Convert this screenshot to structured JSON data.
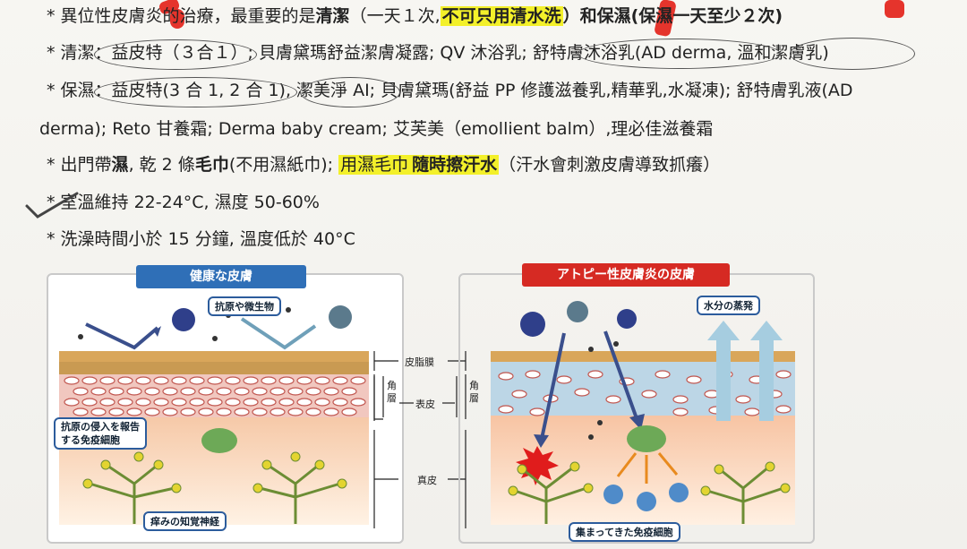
{
  "text": {
    "line1": {
      "a": "* 異位性皮膚炎的治療，最重要的是",
      "b": "清潔",
      "c": "（一天１次,",
      "d": "不可只用清水洗",
      "e": "）和",
      "f": "保濕(保濕一天至少２次)"
    },
    "line2": {
      "a": "* 清潔：益皮特（３合１）; 貝膚黛瑪舒益潔膚凝露; QV 沐浴乳; 舒特膚沐浴乳(AD derma, 溫和潔膚乳)"
    },
    "line3": {
      "a": "* 保濕：益皮特(3 合 1, 2 合 1), 潔美淨 AI; 貝膚黛瑪(舒益 PP 修護滋養乳,精華乳,水凝凍); 舒特膚乳液(AD"
    },
    "line4": {
      "a": "derma); Reto 甘養霜; Derma baby cream; 艾芙美（emollient balm）,理必佳滋養霜"
    },
    "line5": {
      "a": "* 出門帶",
      "b": "濕",
      "c": ", 乾 2 條",
      "d": "毛巾",
      "e": "(不用濕紙巾);",
      "f": "用濕毛巾",
      "g": "隨時擦汗水",
      "h": "（汗水會刺激皮膚導致抓癢）"
    },
    "line6": {
      "a": "* 室溫維持 22-24°C, 濕度 50-60%"
    },
    "line7": {
      "a": "* 洗澡時間小於 15 分鐘, 溫度低於 40°C"
    }
  },
  "diagram": {
    "left_title": "健康な皮膚",
    "right_title": "アトピー性皮膚炎の皮膚",
    "antigen_label": "抗原や微生物",
    "water_label": "水分の蒸発",
    "immune_report_line1": "抗原の侵入を報告",
    "immune_report_line2": "する免疫細胞",
    "nerve_label": "痒みの知覚神経",
    "gathered_label": "集まってきた免疫細胞",
    "sebum": "皮脂膜",
    "stratum_1": "角",
    "stratum_2": "層",
    "epidermis": "表皮",
    "dermis": "真皮"
  },
  "colors": {
    "highlight": "#f3f02a",
    "left_title_bg": "#2f6fb7",
    "right_title_bg": "#d62a23",
    "red_mark": "#e5342c"
  }
}
